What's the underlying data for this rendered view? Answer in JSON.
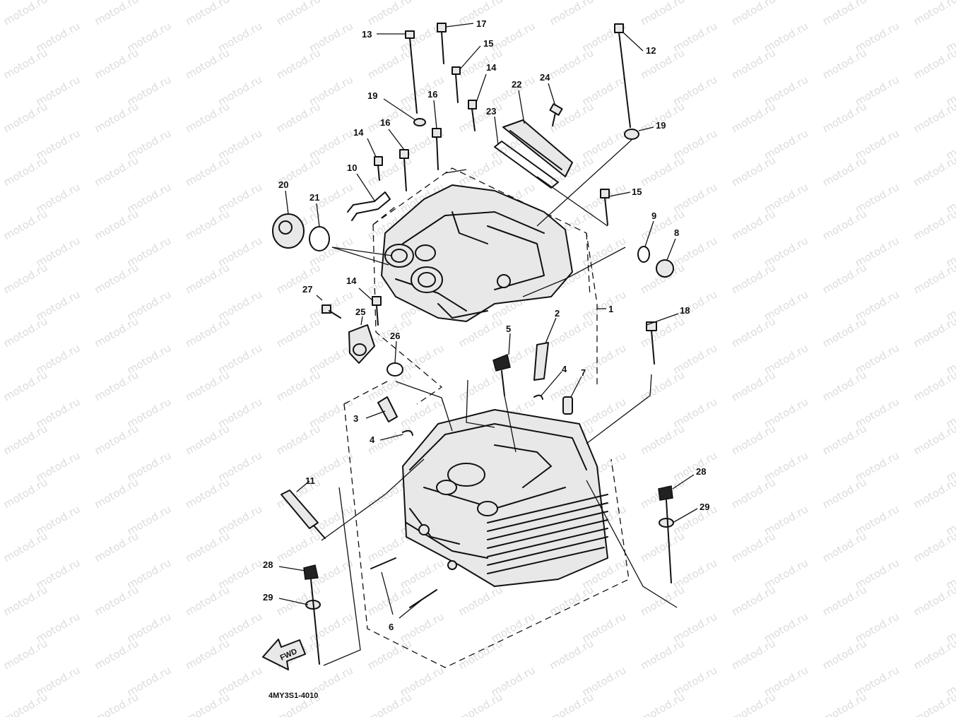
{
  "watermark": "motod.ru",
  "diagram_code": "4MY3S1-4010",
  "arrow_label": "FWD",
  "callouts": [
    {
      "id": "c13",
      "label": "13"
    },
    {
      "id": "c17",
      "label": "17"
    },
    {
      "id": "c15a",
      "label": "15"
    },
    {
      "id": "c12",
      "label": "12"
    },
    {
      "id": "c14a",
      "label": "14"
    },
    {
      "id": "c24",
      "label": "24"
    },
    {
      "id": "c22",
      "label": "22"
    },
    {
      "id": "c19a",
      "label": "19"
    },
    {
      "id": "c16a",
      "label": "16"
    },
    {
      "id": "c23",
      "label": "23"
    },
    {
      "id": "c19b",
      "label": "19"
    },
    {
      "id": "c16b",
      "label": "16"
    },
    {
      "id": "c14b",
      "label": "14"
    },
    {
      "id": "c10",
      "label": "10"
    },
    {
      "id": "c20",
      "label": "20"
    },
    {
      "id": "c21",
      "label": "21"
    },
    {
      "id": "c15b",
      "label": "15"
    },
    {
      "id": "c9",
      "label": "9"
    },
    {
      "id": "c8",
      "label": "8"
    },
    {
      "id": "c27",
      "label": "27"
    },
    {
      "id": "c14c",
      "label": "14"
    },
    {
      "id": "c1",
      "label": "1"
    },
    {
      "id": "c18",
      "label": "18"
    },
    {
      "id": "c25",
      "label": "25"
    },
    {
      "id": "c5",
      "label": "5"
    },
    {
      "id": "c2",
      "label": "2"
    },
    {
      "id": "c26",
      "label": "26"
    },
    {
      "id": "c4a",
      "label": "4"
    },
    {
      "id": "c7",
      "label": "7"
    },
    {
      "id": "c3",
      "label": "3"
    },
    {
      "id": "c4b",
      "label": "4"
    },
    {
      "id": "c11",
      "label": "11"
    },
    {
      "id": "c28a",
      "label": "28"
    },
    {
      "id": "c29a",
      "label": "29"
    },
    {
      "id": "c28b",
      "label": "28"
    },
    {
      "id": "c29b",
      "label": "29"
    },
    {
      "id": "c6",
      "label": "6"
    }
  ]
}
